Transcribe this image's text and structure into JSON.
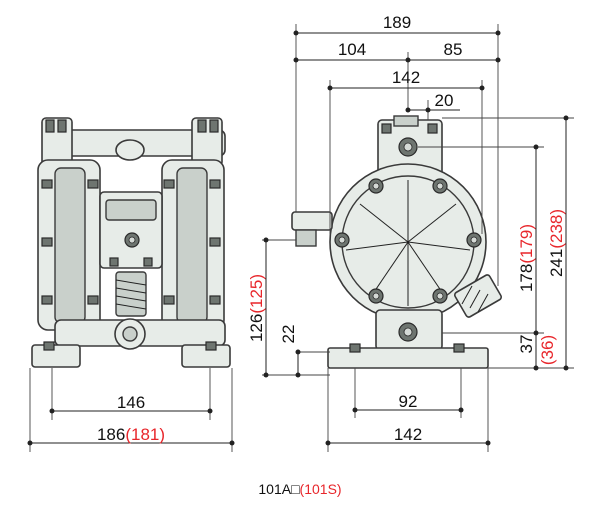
{
  "caption": {
    "model": "101A□",
    "open_paren": "(",
    "variant": "101S",
    "close_paren": ")"
  },
  "front_view": {
    "inner_width": "146",
    "outer_width": "186",
    "outer_width_alt": "(181)"
  },
  "side_view": {
    "overall_width": "189",
    "left_offset": "104",
    "right_offset": "85",
    "body_width": "142",
    "inlet_offset": "20",
    "foot_width": "92",
    "base_width": "142",
    "inlet_height": "126",
    "inlet_height_alt": "(125)",
    "base_height": "22",
    "outlet_height": "178",
    "outlet_height_alt": "(179)",
    "total_height": "241",
    "total_height_alt": "(238)",
    "discharge_height": "37",
    "discharge_height_alt": "(36)"
  },
  "colors": {
    "accent_red": "#e8262b",
    "body_fill": "#e7ece8",
    "line": "#222222"
  }
}
